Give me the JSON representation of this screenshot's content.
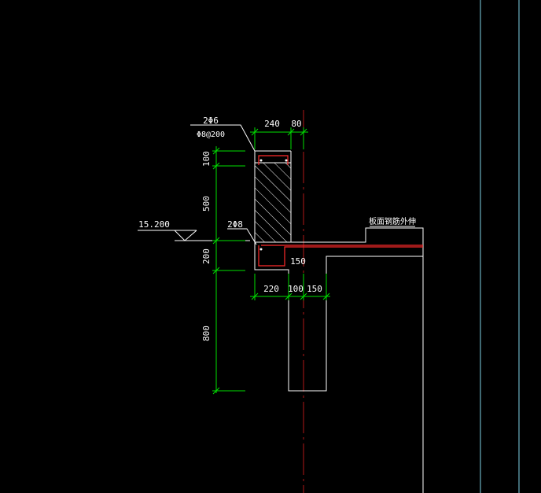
{
  "colors": {
    "background": "#000000",
    "outline": "#ffffff",
    "dimension": "#00e000",
    "rebar": "#ff2a2a",
    "axis": "#b01818",
    "hatch": "#ffffff",
    "border": "#7fd4e8"
  },
  "rebar_labels": {
    "top_bars": "2Φ6",
    "stirrups": "Φ8@200",
    "corner_bars": "2Φ8"
  },
  "elevation": "15.200",
  "dimensions": {
    "top": [
      "240",
      "80"
    ],
    "left": [
      "100",
      "500",
      "200",
      "800"
    ],
    "slab": "150",
    "bottom": [
      "220",
      "100",
      "150"
    ]
  },
  "notes": {
    "slab_rebar": "板面钢筋外伸"
  }
}
